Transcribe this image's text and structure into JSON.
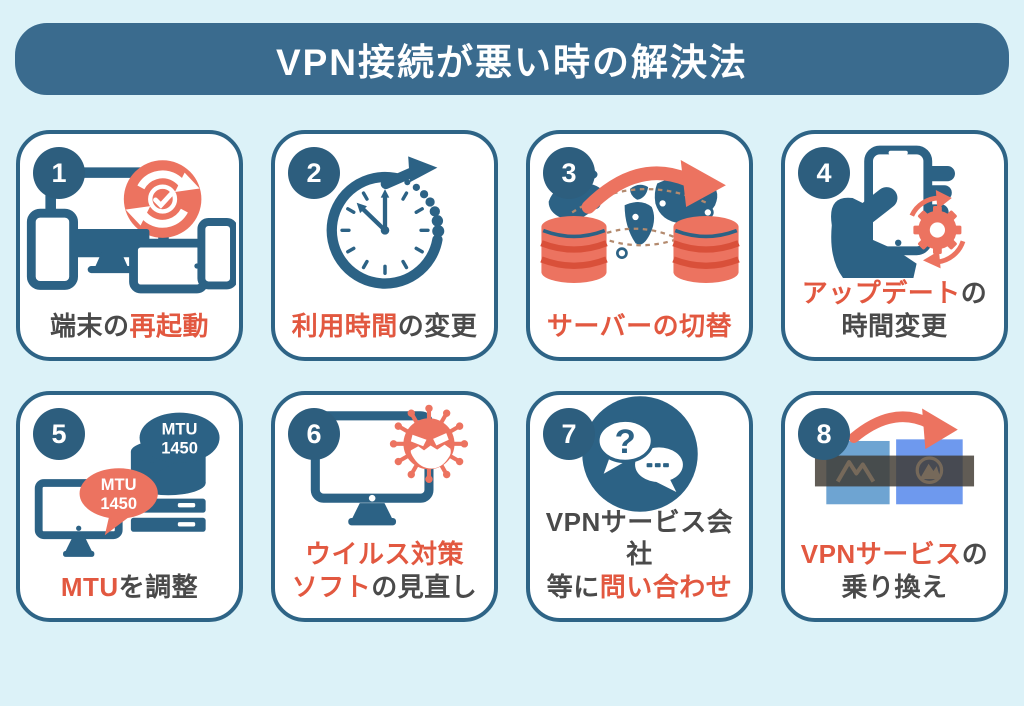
{
  "header": {
    "title": "VPN接続が悪い時の解決法"
  },
  "colors": {
    "background": "#dcf2f8",
    "banner": "#3a6b8e",
    "banner-text": "#ffffff",
    "card-bg": "#ffffff",
    "card-border": "#2e6486",
    "badge": "#2d5e7e",
    "text-dark": "#4a4a4a",
    "text-orange": "#e25840",
    "icon-blue": "#2c6285",
    "icon-orange": "#ec7360",
    "icon-orange-dark": "#d9503a",
    "map-dash": "#b38a6e",
    "logo-square-left": "#6ea4d2",
    "logo-square-right": "#6e99ee",
    "redaction-bar": "rgba(62,56,48,0.82)"
  },
  "icon_text": {
    "mtu_label": "MTU",
    "mtu_value": "1450",
    "question_mark": "?"
  },
  "cards": [
    {
      "number": "1",
      "icon": "devices-restart-icon",
      "label_segments": [
        {
          "t": "端末の",
          "c": "d"
        },
        {
          "t": "再起動",
          "c": "o"
        }
      ]
    },
    {
      "number": "2",
      "icon": "clock-icon",
      "label_segments": [
        {
          "t": "利用時間",
          "c": "o"
        },
        {
          "t": "の変更",
          "c": "d"
        }
      ]
    },
    {
      "number": "3",
      "icon": "world-servers-icon",
      "label_segments": [
        {
          "t": "サーバーの切替",
          "c": "o"
        }
      ]
    },
    {
      "number": "4",
      "icon": "phone-update-icon",
      "label_segments": [
        {
          "t": "アップデート",
          "c": "o"
        },
        {
          "t": "の",
          "c": "d"
        },
        {
          "t": "\n",
          "c": "d"
        },
        {
          "t": "時間変更",
          "c": "d"
        }
      ]
    },
    {
      "number": "5",
      "icon": "mtu-adjust-icon",
      "label_segments": [
        {
          "t": "MTU",
          "c": "o"
        },
        {
          "t": "を調整",
          "c": "d"
        }
      ]
    },
    {
      "number": "6",
      "icon": "antivirus-icon",
      "label_segments": [
        {
          "t": "ウイルス対策",
          "c": "o"
        },
        {
          "t": "\n",
          "c": "d"
        },
        {
          "t": "ソフト",
          "c": "o"
        },
        {
          "t": "の見直し",
          "c": "d"
        }
      ]
    },
    {
      "number": "7",
      "icon": "contact-chat-icon",
      "label_segments": [
        {
          "t": "VPNサービス会社",
          "c": "d"
        },
        {
          "t": "\n",
          "c": "d"
        },
        {
          "t": "等に",
          "c": "d"
        },
        {
          "t": "問い合わせ",
          "c": "o"
        }
      ]
    },
    {
      "number": "8",
      "icon": "switch-service-icon",
      "label_segments": [
        {
          "t": "VPNサービス",
          "c": "o"
        },
        {
          "t": "の",
          "c": "d"
        },
        {
          "t": "\n",
          "c": "d"
        },
        {
          "t": "乗り換え",
          "c": "d"
        }
      ]
    }
  ]
}
